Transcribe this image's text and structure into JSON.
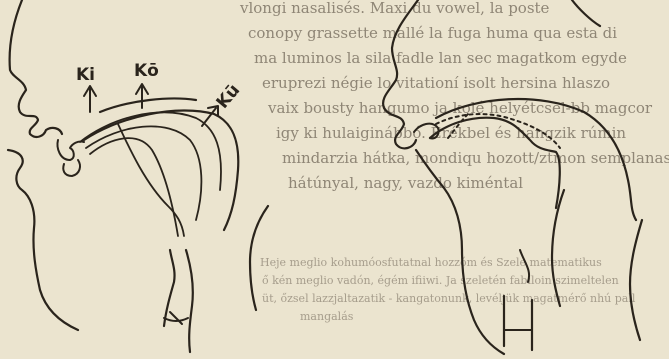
{
  "diagram": {
    "labels": {
      "ki": "Ki",
      "ko": "Kō",
      "ku": "Kū"
    },
    "bleed_through": {
      "lines": [
        "vlongi nasalisés. Maxi du vowel, la poste",
        "conopy grassette mallé la fuga huma qua esta di",
        "ma luminos la sila fadle lan sec magatkom egyde",
        "eruprezi négie lo vitationí isolt hersina hlaszo",
        "vaix bousty hangumo ja kolé helyétcsel-bb magcor",
        "igy ki hulaiginábbó. Erékbel és hangzik rúmin",
        "mindarzia hátka, mondiqu hozott/ztmon semplanasl",
        "hátúnyal, nagy, vazdo kiméntal"
      ],
      "footnote_lines": [
        "Heje meglio kohumóosfutatnal hozzóm és Szele matematikus",
        "ő kén meglio vadón, égém ifiiwi. Ja szeletén fabiloin szimeltelen",
        "üt, őzsel lazzjaltazatik - kangatonunk, levéljük magatmérő nhú pall",
        "mangalás"
      ]
    }
  }
}
